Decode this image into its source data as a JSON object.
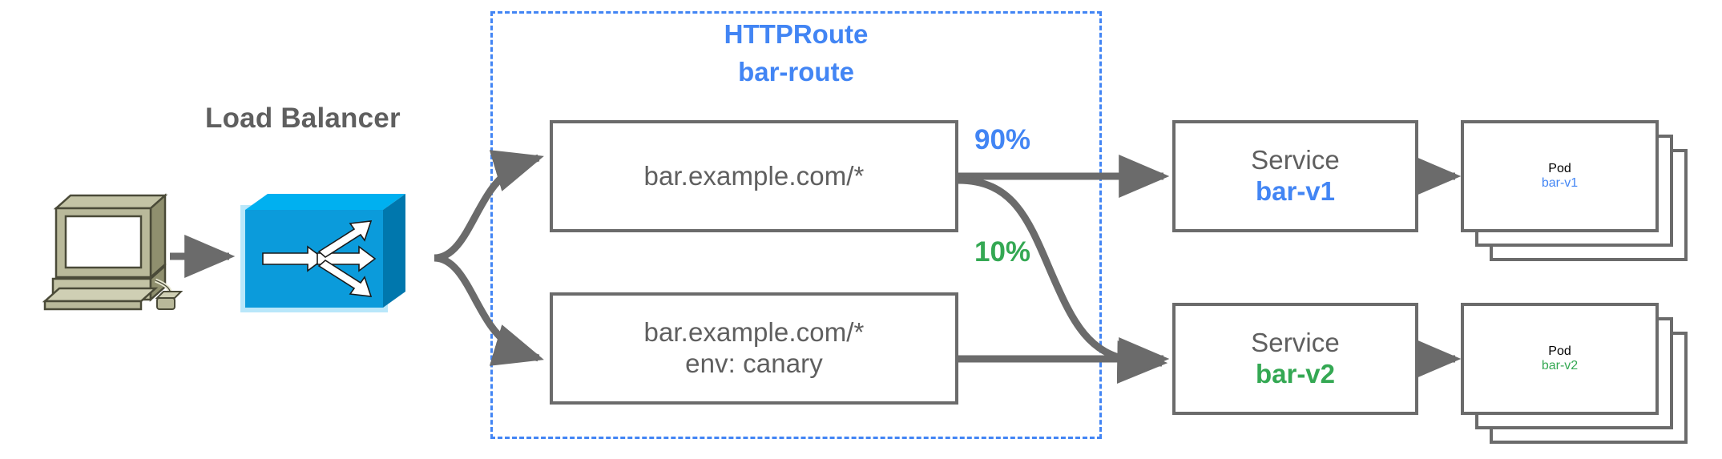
{
  "diagram": {
    "title": "HTTPRoute traffic split canary diagram",
    "colors": {
      "blue": "#4285f4",
      "green": "#34a853",
      "gray_text": "#5f5f5f",
      "gray_stroke": "#6b6b6b",
      "switch_blue": "#0d9ddb",
      "computer_khaki": "#a8a880"
    }
  },
  "client": {
    "icon": "computer-icon"
  },
  "load_balancer": {
    "label": "Load Balancer",
    "icon": "network-switch-icon"
  },
  "httproute": {
    "kind_label": "HTTPRoute",
    "name_label": "bar-route",
    "rules": [
      {
        "line1": "bar.example.com/*",
        "line2": ""
      },
      {
        "line1": "bar.example.com/*",
        "line2": "env: canary"
      }
    ]
  },
  "weights": [
    {
      "label": "90%",
      "color": "#4285f4",
      "target": "bar-v1"
    },
    {
      "label": "10%",
      "color": "#34a853",
      "target": "bar-v2"
    }
  ],
  "services": [
    {
      "kind": "Service",
      "name": "bar-v1",
      "color": "#4285f4"
    },
    {
      "kind": "Service",
      "name": "bar-v2",
      "color": "#34a853"
    }
  ],
  "pods": [
    {
      "kind": "Pod",
      "name": "bar-v1",
      "color": "#4285f4",
      "replicas": 3
    },
    {
      "kind": "Pod",
      "name": "bar-v2",
      "color": "#34a853",
      "replicas": 3
    }
  ]
}
